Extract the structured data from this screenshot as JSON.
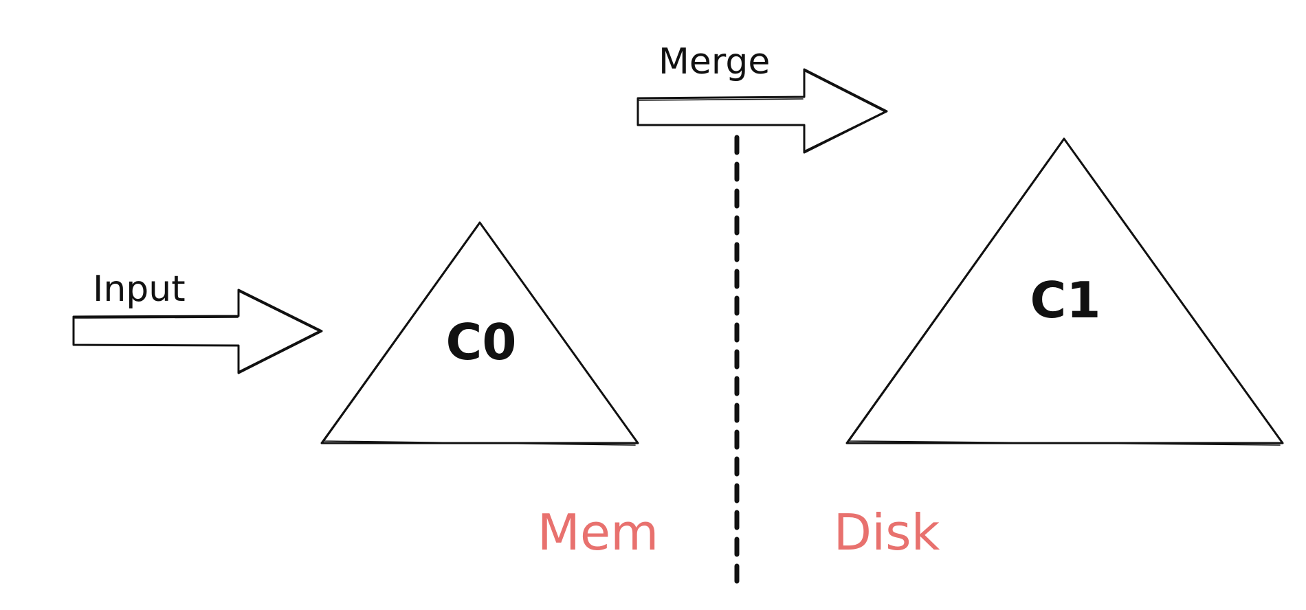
{
  "diagram": {
    "arrows": {
      "input": {
        "label": "Input"
      },
      "merge": {
        "label": "Merge"
      }
    },
    "nodes": {
      "c0": {
        "label": "C0"
      },
      "c1": {
        "label": "C1"
      }
    },
    "regions": {
      "mem": {
        "label": "Mem"
      },
      "disk": {
        "label": "Disk"
      }
    },
    "colors": {
      "stroke": "#111111",
      "region_label": "#e8716e",
      "background": "#ffffff"
    }
  }
}
